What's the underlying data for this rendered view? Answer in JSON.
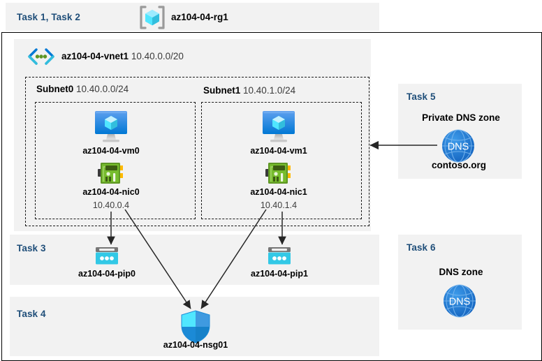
{
  "diagram": {
    "title_region": {
      "tasks_label": "Task 1, Task 2",
      "resource_group_name": "az104-04-rg1",
      "resource_group_icon": "resource-group-icon"
    },
    "vnet": {
      "icon": "virtual-network-icon",
      "name": "az104-04-vnet1",
      "address_space": "10.40.0.0/20"
    },
    "subnets": [
      {
        "name": "Subnet0",
        "cidr": "10.40.0.0/24",
        "vm": {
          "icon": "virtual-machine-icon",
          "name": "az104-04-vm0"
        },
        "nic": {
          "icon": "network-interface-icon",
          "name": "az104-04-nic0",
          "ip": "10.40.0.4"
        }
      },
      {
        "name": "Subnet1",
        "cidr": "10.40.1.0/24",
        "vm": {
          "icon": "virtual-machine-icon",
          "name": "az104-04-vm1"
        },
        "nic": {
          "icon": "network-interface-icon",
          "name": "az104-04-nic1",
          "ip": "10.40.1.4"
        }
      }
    ],
    "task3": {
      "label": "Task 3",
      "public_ip": {
        "icon": "public-ip-address-icon",
        "name": "az104-04-pip0"
      }
    },
    "task3b": {
      "public_ip": {
        "icon": "public-ip-address-icon",
        "name": "az104-04-pip1"
      }
    },
    "task4": {
      "label": "Task 4",
      "nsg": {
        "icon": "network-security-group-shield-icon",
        "name": "az104-04-nsg01"
      }
    },
    "task5": {
      "label": "Task 5",
      "heading": "Private DNS zone",
      "zone_icon": "dns-zone-globe-icon",
      "zone_icon_text": "DNS",
      "zone_name": "contoso.org"
    },
    "task6": {
      "label": "Task 6",
      "heading": "DNS zone",
      "zone_icon": "dns-zone-globe-icon",
      "zone_icon_text": "DNS"
    },
    "colors": {
      "task_label": "#1F4E79",
      "panel_background": "#f2f2f2",
      "page_background": "#ffffff",
      "outline": "#000000",
      "dashed_border": "#1a1a1a",
      "arrow": "#262626",
      "azure_blue": "#0078d4",
      "cyan": "#32c8e6",
      "nic_green": "#5e9624",
      "dns_blue": "#1f6fc4"
    }
  }
}
